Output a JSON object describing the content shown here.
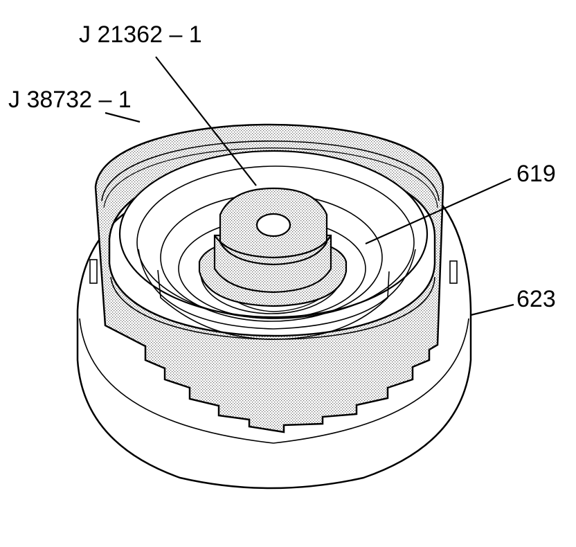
{
  "callouts": {
    "tool_installer": "J 21362 – 1",
    "tool_holder": "J 38732 – 1",
    "part_619": "619",
    "part_623": "623"
  },
  "colors": {
    "line": "#000000",
    "background": "#ffffff",
    "stipple": "#9a9a9a"
  }
}
